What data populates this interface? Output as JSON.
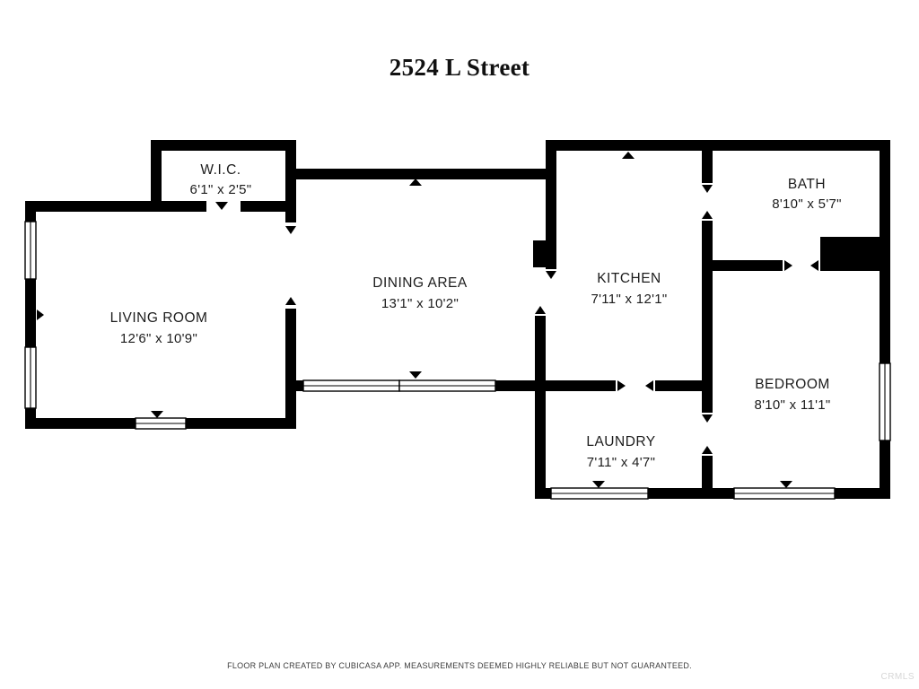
{
  "title": "2524 L Street",
  "rooms": {
    "wic": {
      "name": "W.I.C.",
      "dims": "6'1\" x 2'5\""
    },
    "living": {
      "name": "LIVING ROOM",
      "dims": "12'6\" x 10'9\""
    },
    "dining": {
      "name": "DINING AREA",
      "dims": "13'1\" x 10'2\""
    },
    "kitchen": {
      "name": "KITCHEN",
      "dims": "7'11\" x 12'1\""
    },
    "bath": {
      "name": "BATH",
      "dims": "8'10\" x 5'7\""
    },
    "bedroom": {
      "name": "BEDROOM",
      "dims": "8'10\" x 11'1\""
    },
    "laundry": {
      "name": "LAUNDRY",
      "dims": "7'11\" x 4'7\""
    }
  },
  "footer": {
    "disclaimer": "FLOOR PLAN CREATED BY CUBICASA APP. MEASUREMENTS DEEMED HIGHLY RELIABLE BUT NOT GUARANTEED."
  },
  "watermark": "CRMLS",
  "colors": {
    "wall": "#000000",
    "background": "#ffffff",
    "text": "#1c1c1c",
    "watermark": "#d6d6d6"
  }
}
